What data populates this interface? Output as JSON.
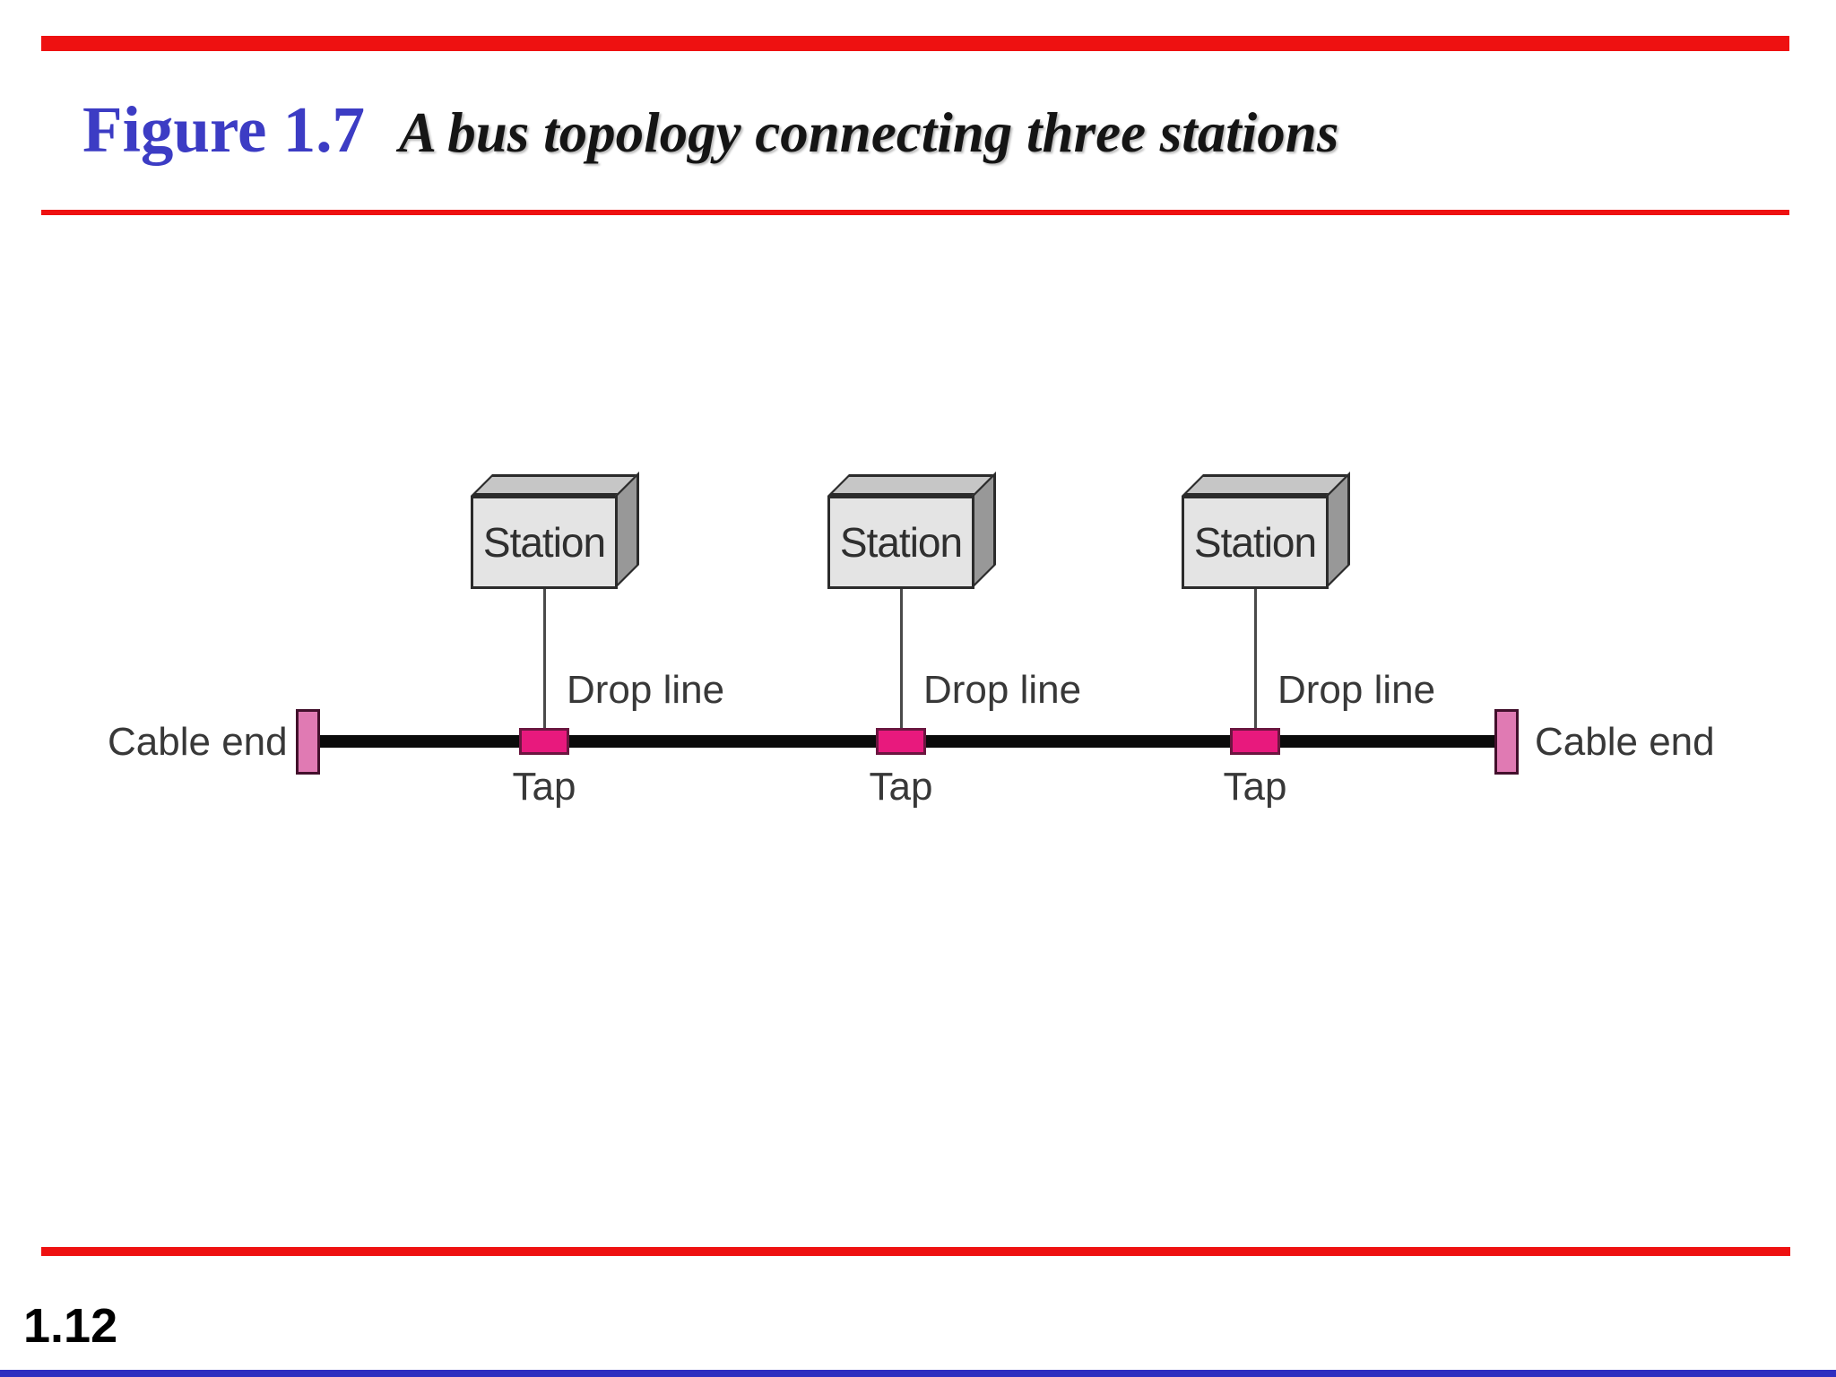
{
  "slide": {
    "figure_label": "Figure 1.7",
    "figure_caption": "A bus topology connecting three stations",
    "page_number": "1.12"
  },
  "diagram": {
    "stations": [
      {
        "label": "Station",
        "drop_line_label": "Drop line",
        "tap_label": "Tap"
      },
      {
        "label": "Station",
        "drop_line_label": "Drop line",
        "tap_label": "Tap"
      },
      {
        "label": "Station",
        "drop_line_label": "Drop line",
        "tap_label": "Tap"
      }
    ],
    "cable_end_left_label": "Cable end",
    "cable_end_right_label": "Cable end"
  },
  "colors": {
    "accent_red": "#ee1111",
    "figure_label_blue": "#3c3cc4",
    "caption_black": "#151515",
    "tap_fill": "#e8197d",
    "tap_border": "#6b1640",
    "cable_end_fill": "#e07ab3",
    "cable_end_border": "#42102c",
    "bus_black": "#0b0b0b",
    "station_front_gray": "#e4e4e4",
    "station_top_gray": "#c6c6c6",
    "station_side_gray": "#989898",
    "bottom_strip_blue": "#2e2ec0"
  }
}
